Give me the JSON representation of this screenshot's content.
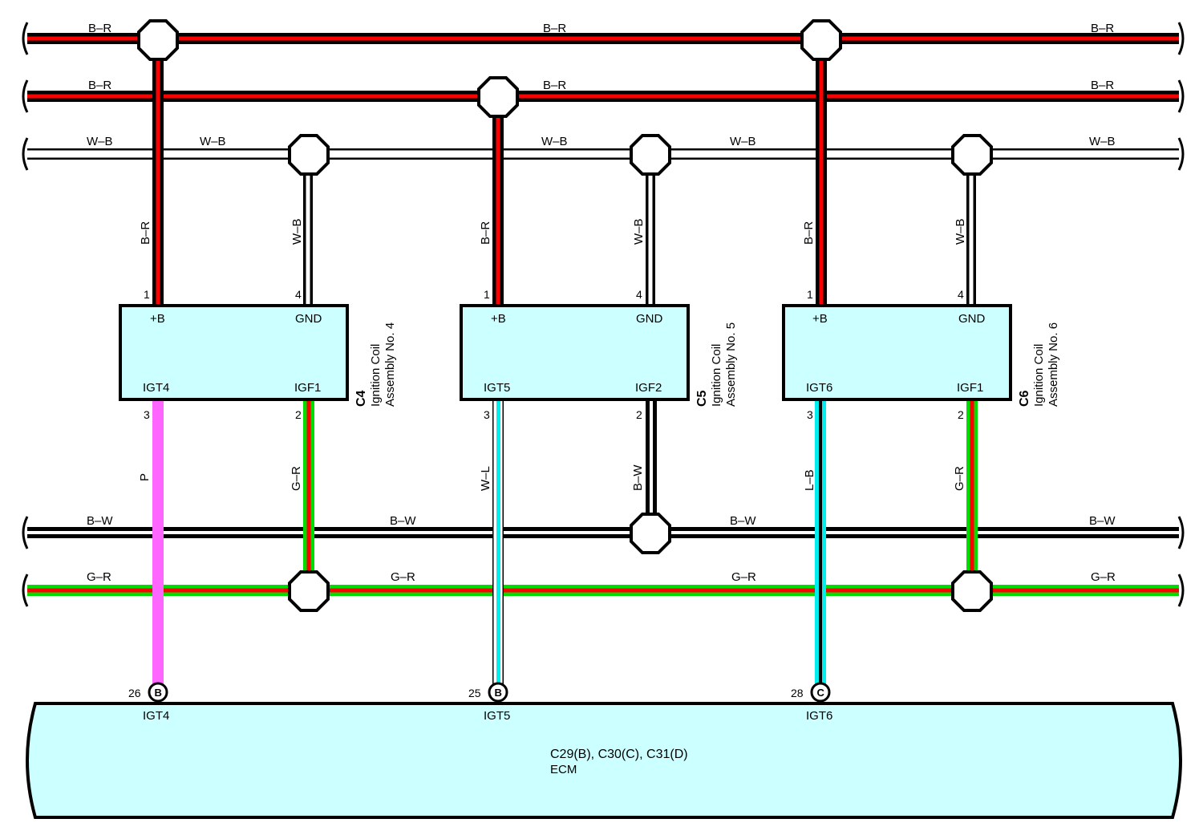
{
  "wire_colors": {
    "B": "#000000",
    "R": "#ff0000",
    "W": "#ffffff",
    "G": "#00dd00",
    "L": "#00eeee",
    "P": "#ff66ff"
  },
  "component_fill": "#ccffff",
  "buses": [
    {
      "id": "br1",
      "color": "B-R",
      "labels": [
        "B–R",
        "B–R",
        "B–R"
      ]
    },
    {
      "id": "br2",
      "color": "B-R",
      "labels": [
        "B–R",
        "B–R",
        "B–R"
      ]
    },
    {
      "id": "wb",
      "color": "W-B",
      "labels": [
        "W–B",
        "W–B",
        "W–B",
        "W–B",
        "W–B"
      ]
    },
    {
      "id": "bw",
      "color": "B-W",
      "labels": [
        "B–W",
        "B–W",
        "B–W",
        "B–W"
      ]
    },
    {
      "id": "gr",
      "color": "G-R",
      "labels": [
        "G–R",
        "G–R",
        "G–R",
        "G–R"
      ]
    }
  ],
  "coils": [
    {
      "code": "C4",
      "name_line1": "Ignition Coil",
      "name_line2": "Assembly No. 4",
      "terminals": {
        "plus_b": "+B",
        "gnd": "GND",
        "igt": "IGT4",
        "igf": "IGF1"
      },
      "pins": {
        "plus_b": "1",
        "gnd": "4",
        "igt": "3",
        "igf": "2"
      },
      "wires": {
        "plus_b": "B–R",
        "gnd": "W–B",
        "igt": "P",
        "igf": "G–R"
      }
    },
    {
      "code": "C5",
      "name_line1": "Ignition Coil",
      "name_line2": "Assembly No. 5",
      "terminals": {
        "plus_b": "+B",
        "gnd": "GND",
        "igt": "IGT5",
        "igf": "IGF2"
      },
      "pins": {
        "plus_b": "1",
        "gnd": "4",
        "igt": "3",
        "igf": "2"
      },
      "wires": {
        "plus_b": "B–R",
        "gnd": "W–B",
        "igt": "W–L",
        "igf": "B–W"
      }
    },
    {
      "code": "C6",
      "name_line1": "Ignition Coil",
      "name_line2": "Assembly No. 6",
      "terminals": {
        "plus_b": "+B",
        "gnd": "GND",
        "igt": "IGT6",
        "igf": "IGF1"
      },
      "pins": {
        "plus_b": "1",
        "gnd": "4",
        "igt": "3",
        "igf": "2"
      },
      "wires": {
        "plus_b": "B–R",
        "gnd": "W–B",
        "igt": "L–B",
        "igf": "G–R"
      }
    }
  ],
  "ecm": {
    "codes": "C29(B), C30(C), C31(D)",
    "name": "ECM",
    "inputs": [
      {
        "pin": "26",
        "connector": "B",
        "terminal": "IGT4"
      },
      {
        "pin": "25",
        "connector": "B",
        "terminal": "IGT5"
      },
      {
        "pin": "28",
        "connector": "C",
        "terminal": "IGT6"
      }
    ]
  }
}
